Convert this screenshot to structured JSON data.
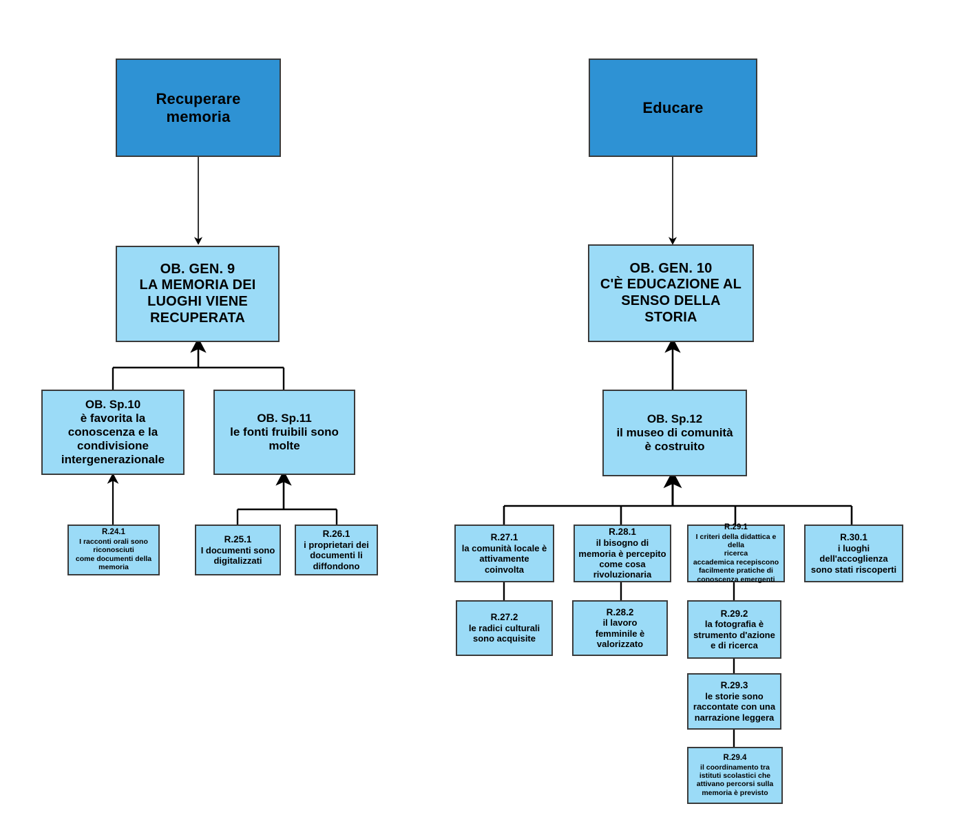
{
  "diagram": {
    "title": "Albero degli obiettivi - Recuperare memoria / Educare",
    "colors": {
      "root_fill": "#2E92D4",
      "node_fill": "#9BDBF7",
      "border": "#3A3A3A",
      "connector": "#000000",
      "background": "#FFFFFF"
    }
  },
  "left_tree": {
    "root": {
      "label": "Recuperare\nmemoria"
    },
    "general_objective": {
      "title": "OB. GEN. 9",
      "body": "LA MEMORIA DEI\nLUOGHI VIENE\nRECUPERATA"
    },
    "specific_objectives": [
      {
        "title": "OB. Sp.10",
        "body": "è favorita la\nconoscenza e la\ncondivisione\nintergenerazionale",
        "results": [
          {
            "title": "R.24.1",
            "body": "I racconti orali sono\nriconosciuti\ncome  documenti della\nmemoria"
          }
        ]
      },
      {
        "title": "OB. Sp.11",
        "body": "le fonti fruibili sono\nmolte",
        "results": [
          {
            "title": "R.25.1",
            "body": "I documenti sono\ndigitalizzati"
          },
          {
            "title": "R.26.1",
            "body": "i proprietari dei\ndocumenti li\ndiffondono"
          }
        ]
      }
    ]
  },
  "right_tree": {
    "root": {
      "label": "Educare"
    },
    "general_objective": {
      "title": "OB. GEN. 10",
      "body": "C'È EDUCAZIONE AL\nSENSO DELLA\nSTORIA"
    },
    "specific_objectives": [
      {
        "title": "OB. Sp.12",
        "body": "il museo di comunità\nè costruito",
        "results": [
          {
            "title": "R.27.1",
            "body": "la comunità locale è\nattivamente\ncoinvolta"
          },
          {
            "title": "R.28.1",
            "body": "il bisogno di\nmemoria  è percepito\ncome  cosa\nrivoluzionaria"
          },
          {
            "title": "R.29.1",
            "body": "I criteri della didattica e della\nricerca\naccademica  recepiscono\nfacilmente pratiche di\nconoscenza emergenti"
          },
          {
            "title": "R.30.1",
            "body": "i luoghi\ndell'accoglienza\nsono stati riscoperti"
          }
        ]
      }
    ],
    "sub_results": [
      {
        "title": "R.27.2",
        "body": "le radici culturali\nsono acquisite"
      },
      {
        "title": "R.28.2",
        "body": "il lavoro\nfemminile  è\nvalorizzato"
      },
      {
        "title": "R.29.2",
        "body": "la fotografia è\nstrumento d'azione\ne di ricerca"
      },
      {
        "title": "R.29.3",
        "body": "le storie sono\nraccontate con una\nnarrazione leggera"
      },
      {
        "title": "R.29.4",
        "body": "il coordinamento tra\nistituti scolastici che\nattivano percorsi sulla\nmemoria è previsto"
      }
    ]
  }
}
